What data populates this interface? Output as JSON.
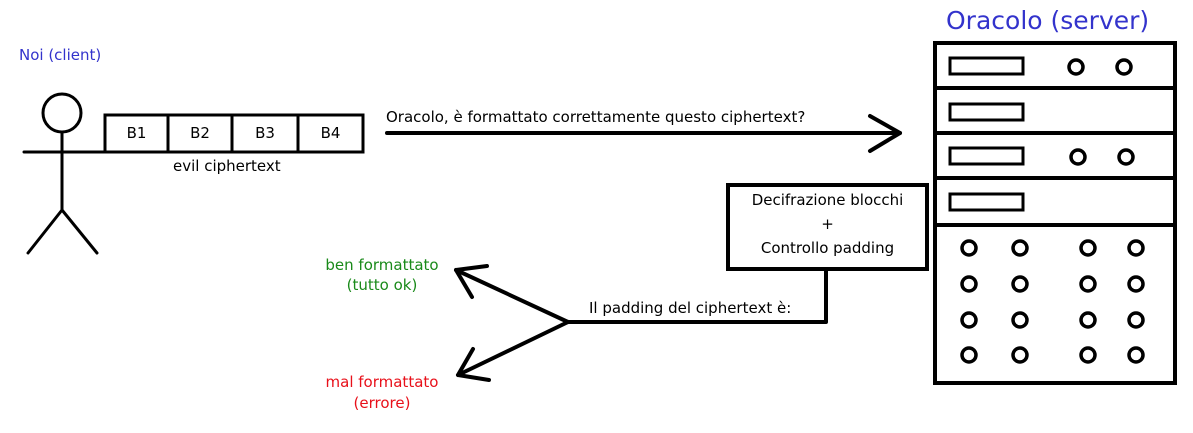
{
  "client": {
    "label": "Noi (client)",
    "color": "#3333cc"
  },
  "ciphertext": {
    "blocks": [
      "B1",
      "B2",
      "B3",
      "B4"
    ],
    "caption": "evil ciphertext"
  },
  "question": "Oracolo, è formattato correttamente questo ciphertext?",
  "server": {
    "title": "Oracolo (server)",
    "color": "#3333cc"
  },
  "process_box": {
    "line1": "Decifrazione blocchi",
    "line2": "+",
    "line3": "Controllo padding"
  },
  "padding_statement": "Il padding del ciphertext è:",
  "outcomes": {
    "good": {
      "line1": "ben formattato",
      "line2": "(tutto ok)",
      "color": "#1a8a1a"
    },
    "bad": {
      "line1": "mal formattato",
      "line2": "(errore)",
      "color": "#e8101a"
    }
  }
}
